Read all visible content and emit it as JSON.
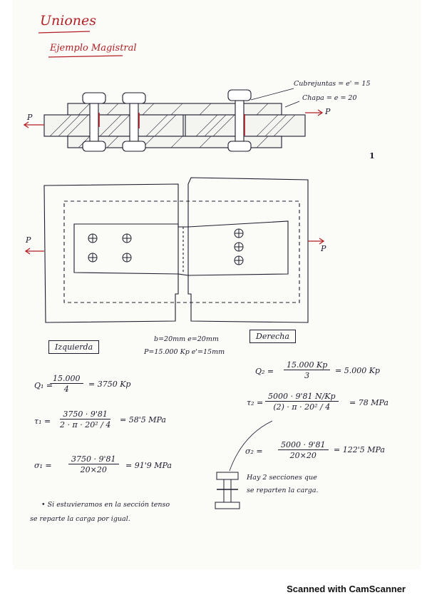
{
  "title": "Uniones",
  "subtitle": "Ejemplo Magistral",
  "section_diagram": {
    "labels": {
      "cubrejuntas": "Cubrejuntas = e' = 15",
      "chapa": "Chapa = e = 20",
      "p_left": "P",
      "p_right": "P",
      "one": "1"
    }
  },
  "plan_diagram": {
    "p_left": "P",
    "p_right": "P"
  },
  "left_box": "Izquierda",
  "right_box": "Derecha",
  "dimensions": {
    "line1": "b=20mm  e=20mm",
    "line2": "P=15.000 Kp  e'=15mm"
  },
  "left_calcs": {
    "q1_label": "Q₁ =",
    "q1_num": "15.000",
    "q1_den": "4",
    "q1_result": "= 3750 Kp",
    "t1_label": "τ₁ =",
    "t1_num": "3750 · 9'81",
    "t1_den": "2 · π · 20² / 4",
    "t1_result": "= 58'5 MPa",
    "s1_label": "σ₁ =",
    "s1_num": "3750 · 9'81",
    "s1_den": "20×20",
    "s1_result": "= 91'9 MPa",
    "note1": "• Si estuvieramos en la sección tenso",
    "note2": "se reparte la carga por igual."
  },
  "right_calcs": {
    "q2_label": "Q₂ =",
    "q2_num": "15.000 Kp",
    "q2_den": "3",
    "q2_result": "= 5.000 Kp",
    "t2_label": "τ₂ =",
    "t2_num": "5000 · 9'81 N/Kp",
    "t2_den": "(2) · π · 20² / 4",
    "t2_result": "= 78 MPa",
    "s2_label": "σ₂ =",
    "s2_num": "5000 · 9'81",
    "s2_den": "20×20",
    "s2_result": "= 122'5 MPa",
    "note1": "Hay 2 secciones que",
    "note2": "se reparten la carga."
  },
  "footer": "Scanned with CamScanner",
  "colors": {
    "ink": "#1c1c2e",
    "red": "#b21f24",
    "paper": "#fbfbf8"
  }
}
